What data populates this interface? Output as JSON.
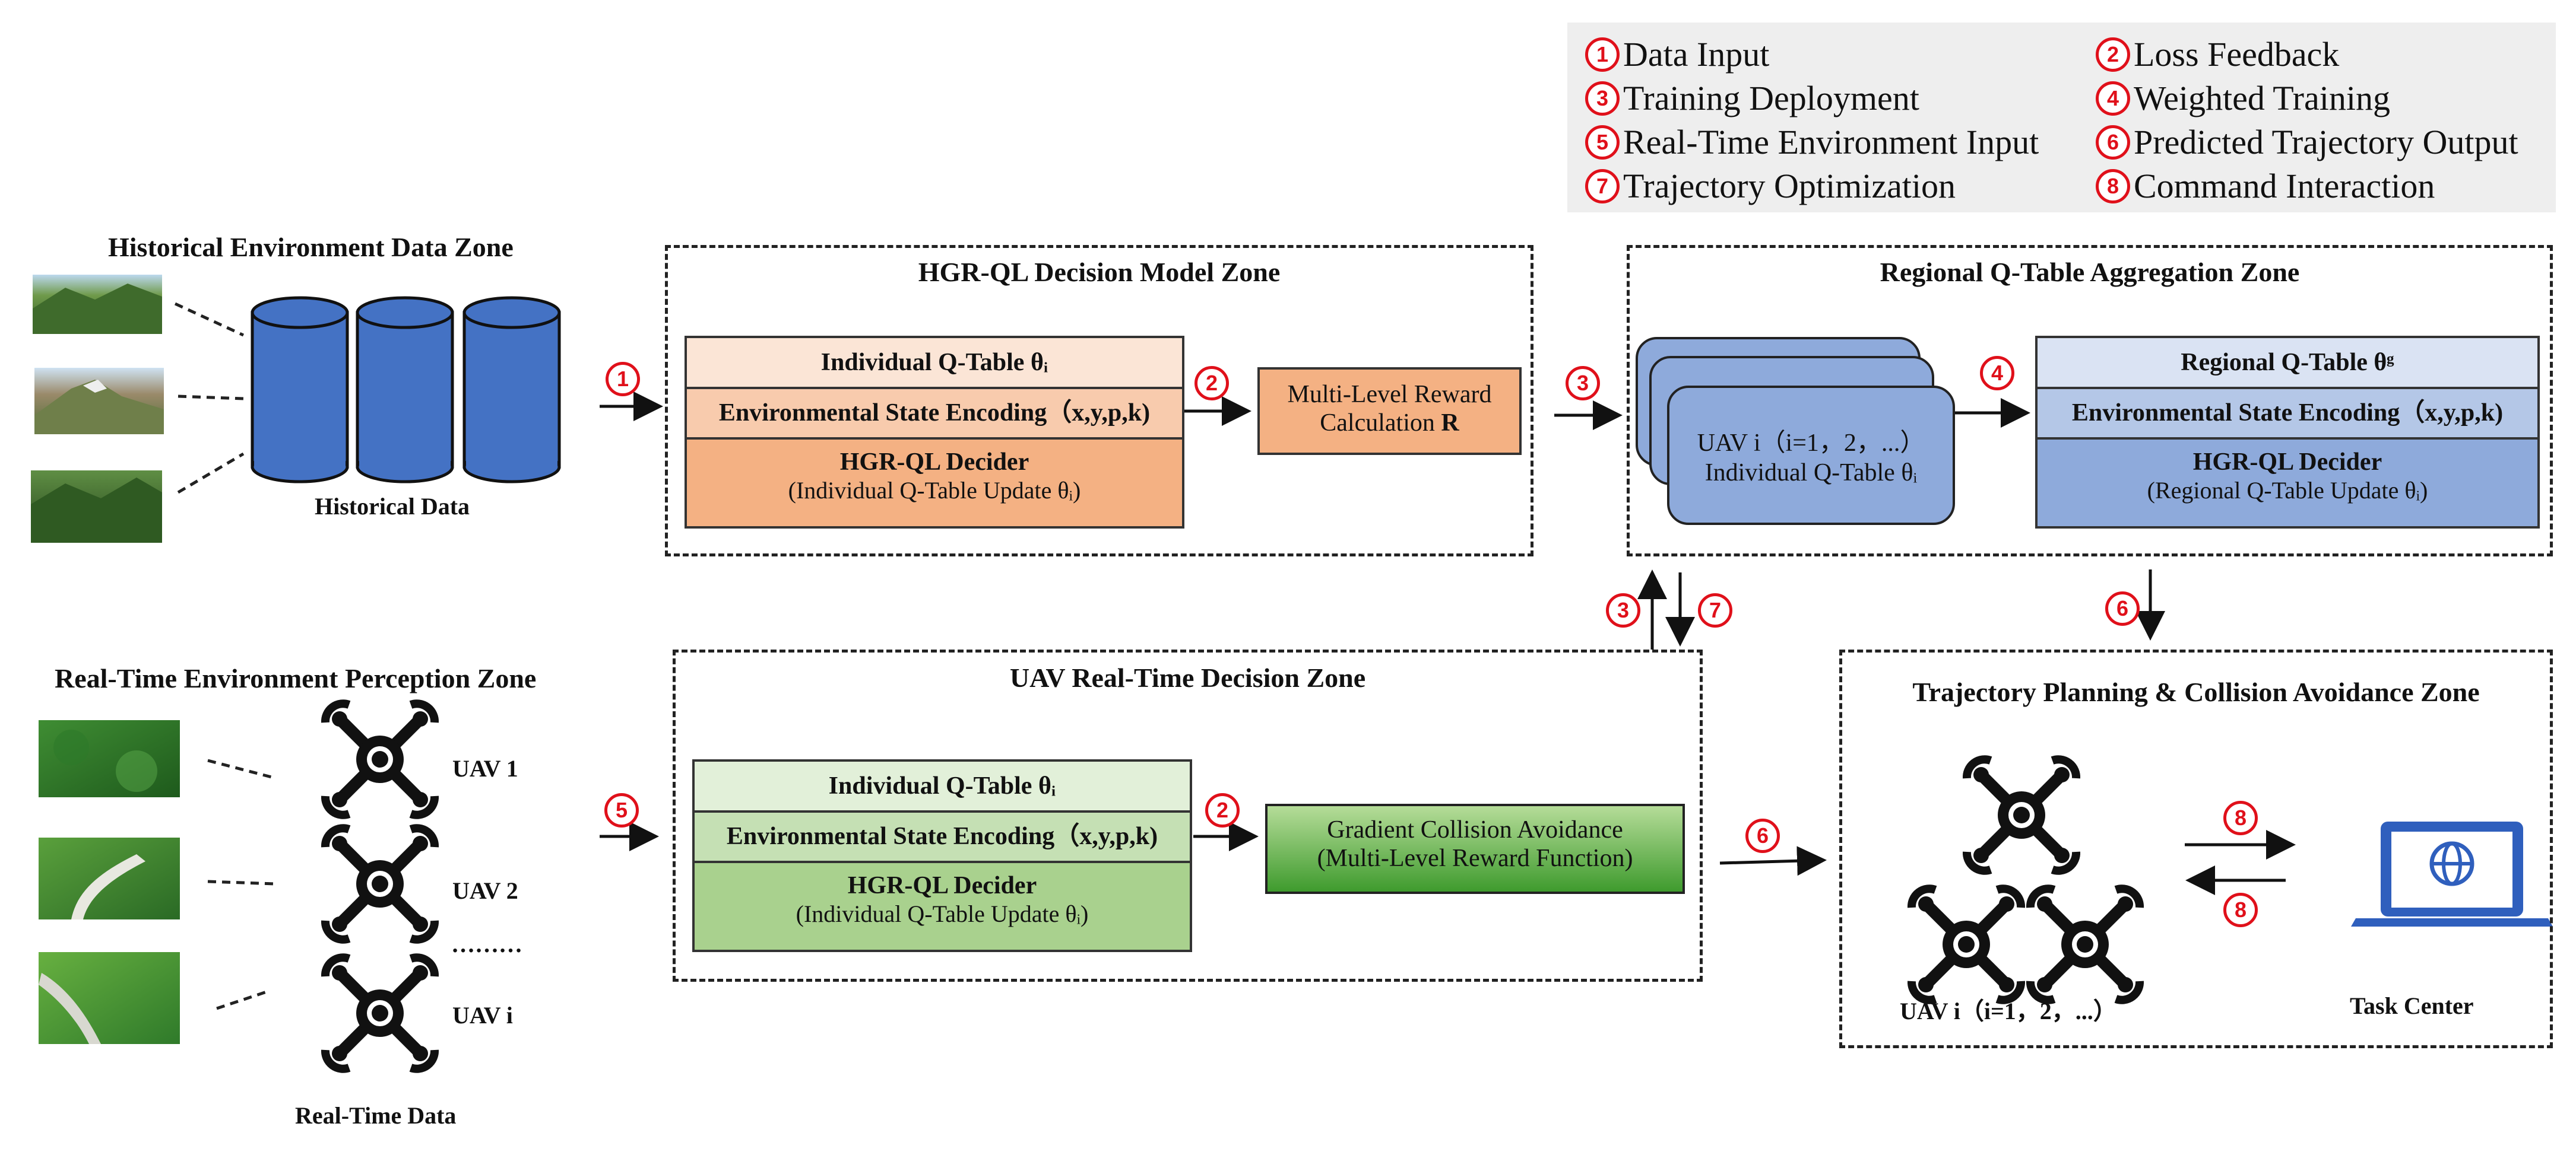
{
  "legend": {
    "items": [
      {
        "n": "1",
        "label": "Data Input"
      },
      {
        "n": "2",
        "label": "Loss Feedback"
      },
      {
        "n": "3",
        "label": "Training Deployment"
      },
      {
        "n": "4",
        "label": "Weighted Training"
      },
      {
        "n": "5",
        "label": "Real-Time Environment Input"
      },
      {
        "n": "6",
        "label": "Predicted Trajectory Output"
      },
      {
        "n": "7",
        "label": "Trajectory Optimization"
      },
      {
        "n": "8",
        "label": "Command  Interaction"
      }
    ]
  },
  "historical": {
    "title": "Historical Environment Data Zone",
    "caption": "Historical Data"
  },
  "hgr_zone": {
    "title": "HGR-QL Decision Model Zone",
    "row1": "Individual Q-Table θᵢ",
    "row2": "Environmental State Encoding（x,y,p,k)",
    "row3_title": "HGR-QL Decider",
    "row3_sub": "(Individual Q-Table Update θᵢ)",
    "reward_line1": "Multi-Level Reward",
    "reward_line2": "Calculation",
    "reward_symbol": "R"
  },
  "regional_zone": {
    "title": "Regional Q-Table Aggregation Zone",
    "card_line1": "UAV i（i=1，2，...）",
    "card_line2": "Individual Q-Table θᵢ",
    "row1": "Regional Q-Table θᵍ",
    "row2": "Environmental State Encoding（x,y,p,k)",
    "row3_title": "HGR-QL Decider",
    "row3_sub": "(Regional Q-Table Update θᵢ)"
  },
  "realtime_zone": {
    "title": "Real-Time Environment Perception Zone",
    "uavs": [
      "UAV 1",
      "UAV 2",
      "UAV i"
    ],
    "ellipsis": "………",
    "caption": "Real-Time  Data"
  },
  "uav_decision_zone": {
    "title": "UAV Real-Time Decision Zone",
    "row1": "Individual Q-Table θᵢ",
    "row2": "Environmental State Encoding（x,y,p,k)",
    "row3_title": "HGR-QL Decider",
    "row3_sub": "(Individual Q-Table Update θᵢ)",
    "gca_line1": "Gradient Collision Avoidance",
    "gca_line2": "(Multi-Level Reward Function)"
  },
  "trajectory_zone": {
    "title": "Trajectory Planning & Collision Avoidance Zone",
    "uav_caption": "UAV i（i=1，2，...）",
    "task_caption": "Task Center"
  },
  "steps": {
    "s1": "1",
    "s2a": "2",
    "s2b": "2",
    "s3a": "3",
    "s3b": "3",
    "s4": "4",
    "s5": "5",
    "s6a": "6",
    "s6b": "6",
    "s7": "7",
    "s8a": "8",
    "s8b": "8"
  },
  "colors": {
    "accent_red": "#e0101a",
    "orange_light": "#fbe5d6",
    "orange_mid": "#f8cbad",
    "orange_dark": "#f4b183",
    "blue_light": "#dae3f3",
    "blue_mid": "#b4c7e7",
    "blue_dark": "#8eaadb",
    "cylinder": "#4472c4",
    "green_light": "#e2f0d9",
    "green_mid": "#c5e0b4",
    "green_dark": "#a9d18e",
    "gca_top": "#a9d18e",
    "gca_bottom": "#3f9a2e",
    "laptop": "#2f5fbd"
  }
}
